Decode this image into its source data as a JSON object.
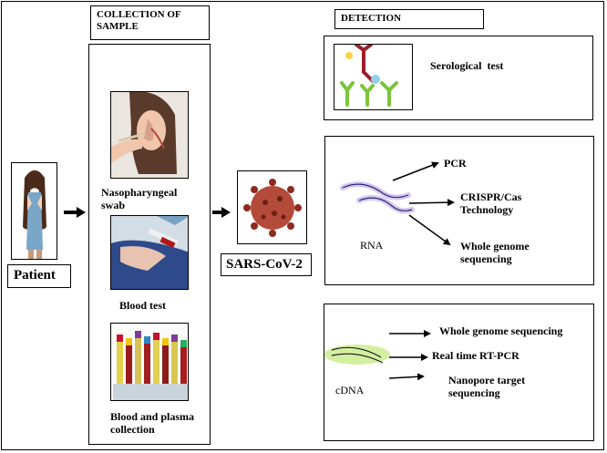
{
  "headers": {
    "collection": "COLLECTION OF SAMPLE",
    "detection": "DETECTION"
  },
  "patient": {
    "label": "Patient"
  },
  "samples": [
    {
      "label": "Nasopharyngeal swab"
    },
    {
      "label": "Blood test"
    },
    {
      "label": "Blood and plasma collection"
    }
  ],
  "virus": {
    "label": "SARS-CoV-2"
  },
  "serology": {
    "label": "Serological  test"
  },
  "rna": {
    "label": "RNA",
    "methods": [
      "PCR",
      "CRISPR/Cas Technology",
      "Whole genome sequencing"
    ]
  },
  "cdna": {
    "label": "cDNA",
    "methods": [
      "Whole genome sequencing",
      "Real time RT-PCR",
      "Nanopore target sequencing"
    ]
  }
}
